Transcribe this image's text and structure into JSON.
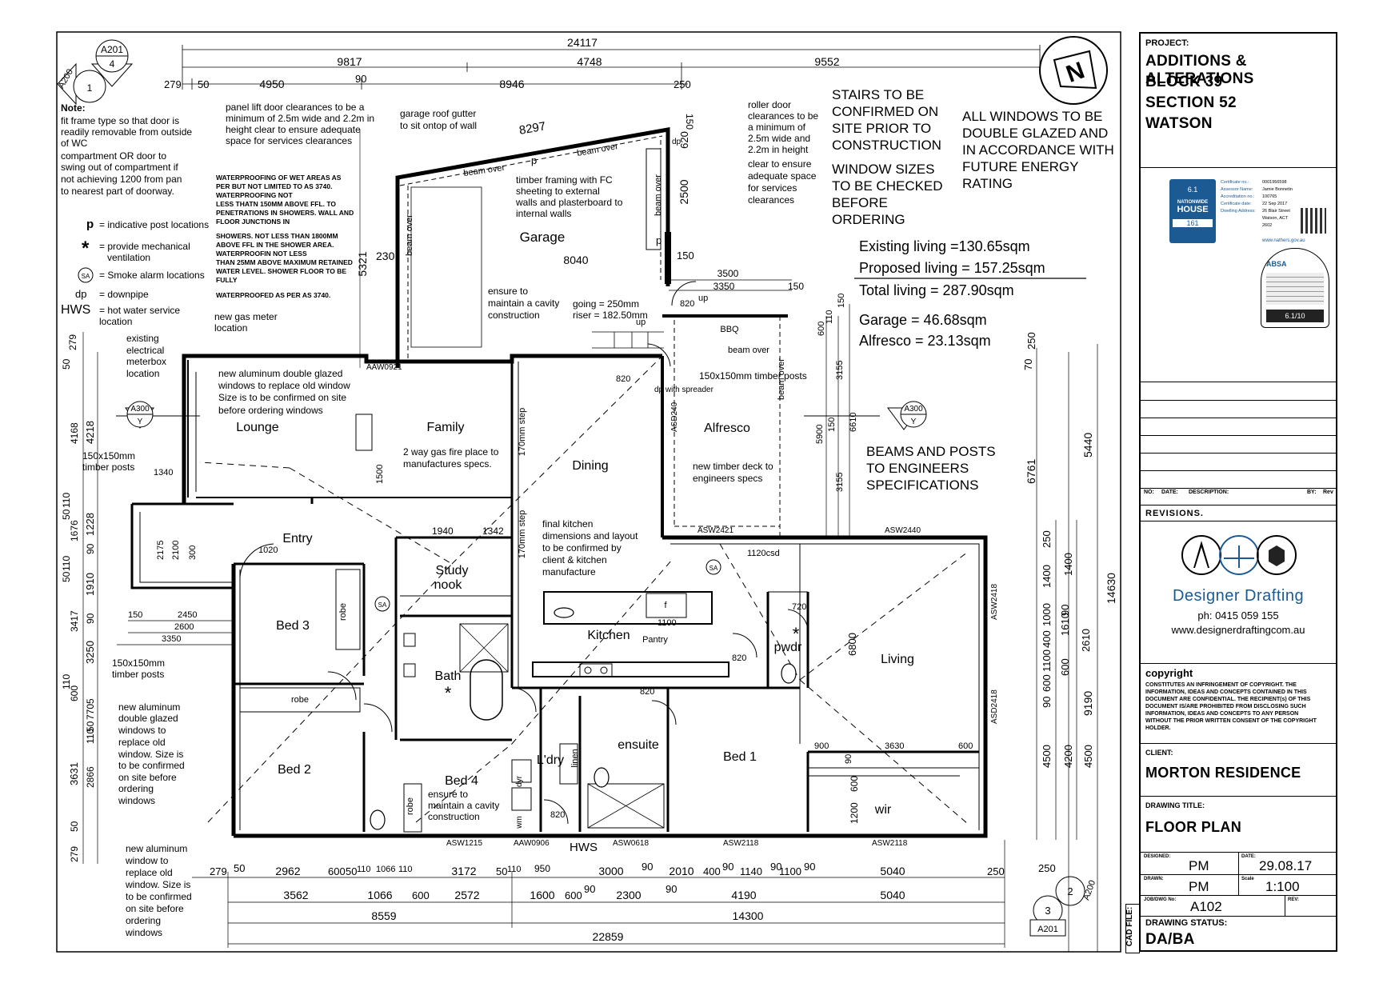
{
  "north_label": "N",
  "sections": {
    "top_left": {
      "id": "A201",
      "num": "4"
    },
    "left_upper": {
      "id": "A200",
      "num": "1"
    },
    "lounge": {
      "id": "A300",
      "num": "Y"
    },
    "alfresco": {
      "id": "A300",
      "num": "Y"
    },
    "bottom_right_a": {
      "id": "A200",
      "num": "2"
    },
    "bottom_right_b": {
      "id": "A201",
      "num": "3"
    }
  },
  "dimensions": {
    "top_total": "24117",
    "top_a": "9817",
    "top_b": "4748",
    "top_c": "9552",
    "top_279": "279",
    "top_50": "50",
    "top_4950": "4950",
    "top_90": "90",
    "top_8946": "8946",
    "top_250": "250",
    "garage_8297": "8297",
    "garage_8040": "8040",
    "garage_5321": "5321",
    "garage_230": "230",
    "garage_2500": "2500",
    "garage_620": "620",
    "garage_150a": "150",
    "garage_150b": "150",
    "stair_3500": "3500",
    "stair_3350": "3350",
    "stair_150": "150",
    "door_820a": "820",
    "door_820b": "820",
    "door_820c": "820",
    "door_820d": "820",
    "door_820e": "820",
    "door_1020": "1020",
    "door_720": "720",
    "door_1100": "1100",
    "alf_110": "110",
    "alf_150": "150",
    "alf_600": "600",
    "alf_3155a": "3155",
    "alf_5900": "5900",
    "alf_150b": "150",
    "alf_6610": "6610",
    "alf_3155b": "3155",
    "right_250": "250",
    "right_70": "70",
    "right_6761": "6761",
    "right_5440": "5440",
    "right_14630": "14630",
    "right_250b": "250",
    "right_1400a": "1400",
    "right_1400b": "1400",
    "right_1000": "1000",
    "right_400": "400",
    "right_1610": "1610",
    "right_90a": "90",
    "right_2610": "2610",
    "right_1100": "1100",
    "right_600a": "600",
    "right_9190": "9190",
    "right_90b": "90",
    "right_600b": "600",
    "right_4500a": "4500",
    "right_4200": "4200",
    "right_4500b": "4500",
    "right_250c": "250",
    "study_1940": "1940",
    "study_1342": "1342",
    "bed_900": "900",
    "bed_3630": "3630",
    "bed_600": "600",
    "wir_90": "90",
    "wir_600": "600",
    "wir_1200": "1200",
    "living_6800": "6800",
    "left_279": "279",
    "left_50": "50",
    "left_4168": "4168",
    "left_4218": "4218",
    "left_1340": "1340",
    "left_110a": "110",
    "left_50b": "50",
    "left_1676": "1676",
    "left_1228": "1228",
    "left_90a": "90",
    "left_110b": "110",
    "left_50c": "50",
    "left_1910": "1910",
    "left_3417": "3417",
    "left_90b": "90",
    "left_3250": "3250",
    "left_110c": "110",
    "left_600": "600",
    "left_7705": "7705",
    "left_50d": "50",
    "left_110d": "110",
    "left_3631": "3631",
    "left_2866": "2866",
    "left_50e": "50",
    "left_279b": "279",
    "entry_2175": "2175",
    "entry_2100": "2100",
    "entry_300": "300",
    "entry_1500": "1500",
    "bed3_150": "150",
    "bed3_2450": "2450",
    "bed3_2600": "2600",
    "bed3_3350": "3350",
    "bot_279": "279",
    "bot_50": "50",
    "bot_2962": "2962",
    "bot_600a": "600",
    "bot_50b": "50",
    "bot_110a": "110",
    "bot_1066a": "1066",
    "bot_110b": "110",
    "bot_3172": "3172",
    "bot_50c": "50",
    "bot_110c": "110",
    "bot_950": "950",
    "bot_3000": "3000",
    "bot_90a": "90",
    "bot_2010": "2010",
    "bot_400": "400",
    "bot_90b": "90",
    "bot_1140": "1140",
    "bot_90c": "90",
    "bot_1100": "1100",
    "bot_90d": "90",
    "bot_5040a": "5040",
    "bot_250": "250",
    "bot_3562": "3562",
    "bot_1066b": "1066",
    "bot_600b": "600",
    "bot_2572": "2572",
    "bot_1600": "1600",
    "bot_600c": "600",
    "bot_90e": "90",
    "bot_2300": "2300",
    "bot_90f": "90",
    "bot_4190": "4190",
    "bot_5040b": "5040",
    "bot_8559": "8559",
    "bot_14300": "14300",
    "bot_total": "22859",
    "csd_1120": "1120csd"
  },
  "rooms": {
    "garage": "Garage",
    "family": "Family",
    "lounge": "Lounge",
    "dining": "Dining",
    "alfresco": "Alfresco",
    "bbq": "BBQ",
    "entry": "Entry",
    "study": "Study",
    "nook": "nook",
    "bed3": "Bed 3",
    "bed2": "Bed 2",
    "bed4": "Bed 4",
    "bath": "Bath",
    "kitchen": "Kitchen",
    "pantry": "Pantry",
    "pwdr": "pwdr",
    "living": "Living",
    "ldry": "L'dry",
    "ensuite": "ensuite",
    "bed1": "Bed 1",
    "wir": "wir",
    "robe_a": "robe",
    "robe_b": "robe",
    "robe_c": "robe",
    "linen": "linen",
    "dyr": "dyr",
    "wm": "wm",
    "f": "f"
  },
  "windows": {
    "aaw0921": "AAW0921",
    "asd240": "ASD240",
    "asw2421": "ASW2421",
    "asw2440": "ASW2440",
    "asw2418": "ASW2418",
    "asd2418": "ASD2418",
    "asw1215": "ASW1215",
    "aaw0906": "AAW0906",
    "asw0618": "ASW0618",
    "asw2118a": "ASW2118",
    "asw2118b": "ASW2118"
  },
  "labels": {
    "beam_over_1": "beam over",
    "beam_over_2": "beam over",
    "beam_over_3": "beam over",
    "beam_over_4": "beam over",
    "beam_over_5": "beam over",
    "beam_over_6": "beam over",
    "p1": "p",
    "p2": "p",
    "p3": "p",
    "dp1": "dp",
    "up1": "up",
    "up2": "up",
    "step1": "170mm step",
    "step2": "170mm step",
    "sa1": "SA",
    "sa2": "SA",
    "sa3": "SA",
    "hws": "HWS",
    "dp_spreader": "dp with spreader",
    "posts_alf": "150x150mm timber posts"
  },
  "notes": {
    "note_title": "Note:",
    "note_body": [
      "fit frame type so that door is",
      "readily removable from outside",
      "of WC",
      "compartment OR door to",
      "swing out of compartment if",
      "not achieving 1200 from pan",
      "to nearest part of doorway."
    ],
    "legend_p": "= indicative post locations",
    "legend_mv_1": "= provide mechanical",
    "legend_mv_2": "ventilation",
    "legend_sa": "= Smoke alarm locations",
    "legend_dp": "= downpipe",
    "legend_hws_1": "= hot water service",
    "legend_hws_2": "location",
    "panel_lift": [
      "panel lift door clearances to be a",
      "minimum of 2.5m wide and 2.2m in",
      "height clear to ensure adequate",
      "space for services clearances"
    ],
    "garage_gutter": [
      "garage roof gutter",
      "to sit ontop of wall"
    ],
    "waterproof": [
      "WATERPROOFING OF WET AREAS AS",
      "PER BUT NOT LIMITED TO AS 3740.",
      "WATERPROOFING NOT",
      "LESS THATN 150MM ABOVE FFL. TO",
      "PENETRATIONS IN SHOWERS. WALL AND",
      "FLOOR JUNCTIONS IN",
      "SHOWERS. NOT LESS THAN 1800MM",
      "ABOVE FFL IN THE SHOWER AREA.",
      "WATERPROOFIN NOT LESS",
      "THAN 25MM ABOVE MAXIMUM RETAINED",
      "WATER LEVEL. SHOWER FLOOR TO BE",
      "FULLY",
      "WATERPROOFED AS PER AS 3740."
    ],
    "timber_framing": [
      "timber framing with FC",
      "sheeting to external",
      "walls and plasterboard to",
      "internal walls"
    ],
    "roller_door": [
      "roller door",
      "clearances to be",
      "a minimum of",
      "2.5m wide and",
      "2.2m in height",
      "clear to ensure",
      "adequate space",
      "for services",
      "clearances"
    ],
    "stairs": [
      "STAIRS TO BE",
      "CONFIRMED ON",
      "SITE PRIOR TO",
      "CONSTRUCTION"
    ],
    "window_sizes": [
      "WINDOW SIZES",
      "TO BE CHECKED",
      "BEFORE",
      "ORDERING"
    ],
    "all_windows": [
      "ALL WINDOWS TO BE",
      "DOUBLE GLAZED AND",
      "IN ACCORDANCE WITH",
      "FUTURE ENERGY",
      "RATING"
    ],
    "existing_living": "Existing living =130.65sqm",
    "proposed_living": "Proposed living = 157.25sqm",
    "total_living": "Total living = 287.90sqm",
    "garage_area": "Garage = 46.68sqm",
    "alfresco_area": "Alfresco = 23.13sqm",
    "cavity_1": [
      "ensure to",
      "maintain a cavity",
      "construction"
    ],
    "going": [
      "going = 250mm",
      "riser = 182.50mm"
    ],
    "new_gas": [
      "new gas meter",
      "location"
    ],
    "existing_meter": [
      "existing",
      "electrical",
      "meterbox",
      "location"
    ],
    "new_alu_top": [
      "new aluminum double glazed",
      "windows to replace old window",
      "Size is to be confirmed on site",
      "before ordering windows"
    ],
    "fireplace": [
      "2 way gas fire place to",
      "manufactures specs."
    ],
    "posts_lounge": [
      "150x150mm",
      "timber posts"
    ],
    "timber_deck": [
      "new timber deck to",
      "engineers specs"
    ],
    "beams_posts": [
      "BEAMS AND POSTS",
      "TO ENGINEERS",
      "SPECIFICATIONS"
    ],
    "kitchen_note": [
      "final kitchen",
      "dimensions and layout",
      "to be confirmed by",
      "client & kitchen",
      "manufacture"
    ],
    "posts_bed3": [
      "150x150mm",
      "timber posts"
    ],
    "new_alu_left": [
      "new aluminum",
      "double glazed",
      "windows to",
      "replace old",
      "window. Size is",
      "to be confirmed",
      "on site before",
      "ordering",
      "windows"
    ],
    "cavity_2": [
      "ensure to",
      "maintain a cavity",
      "construction"
    ],
    "new_alu_bottom": [
      "new aluminum",
      "window to",
      "replace old",
      "window. Size is",
      "to be confirmed",
      "on site before",
      "ordering",
      "windows"
    ]
  },
  "title_block": {
    "project_label": "PROJECT:",
    "project_lines": [
      "ADDITIONS & ALTERATIONS",
      "BLOCK 39",
      "SECTION 52",
      "WATSON"
    ],
    "nathers_logo_1": "NATIONWIDE",
    "nathers_logo_2": "HOUSE",
    "nathers_star": "6.1",
    "nathers_kwh": "161",
    "cert_labels": [
      "Certificate no.:",
      "Assessor Name:",
      "Accreditation no.:",
      "Certificate date:",
      "Dwelling Address:"
    ],
    "cert_values": [
      "0001956598",
      "Jamie Bonnetin",
      "100765",
      "22 Sep 2017",
      "26 Blair Street",
      "Watson, ACT",
      "2602"
    ],
    "nathers_url": "www.nathers.gov.au",
    "absa_logo": "ABSA",
    "absa_rating": "6.1/10",
    "rev_headers": [
      "NO:",
      "DATE:",
      "DESCRIPTION:",
      "BY:",
      "Rev"
    ],
    "revisions_label": "REVISIONS.",
    "company": "Designer Drafting",
    "phone": "ph: 0415 059 155",
    "website": "www.designerdraftingcom.au",
    "copyright_title": "copyright",
    "copyright_body": [
      "CONSTITUTES AN INFRINGEMENT OF COPYRIGHT. THE",
      "INFORMATION, IDEAS AND CONCEPTS CONTAINED IN THIS",
      "DOCUMENT ARE CONFIDENTIAL. THE RECIPIENT(s) OF THIS",
      "DOCUMENT IS/ARE PROHIBITED FROM DISCLOSING SUCH",
      "INFORMATION, IDEAS AND CONCEPTS TO ANY PERSON",
      "WITHOUT THE PRIOR WRITTEN CONSENT OF THE COPYRIGHT",
      "HOLDER."
    ],
    "client_label": "CLIENT:",
    "client": "MORTON RESIDENCE",
    "drawing_title_label": "DRAWING TITLE:",
    "drawing_title": "FLOOR PLAN",
    "designed_label": "DESIGNED:",
    "designed": "PM",
    "date_label": "DATE:",
    "date": "29.08.17",
    "drawn_label": "DRAWN:",
    "drawn": "PM",
    "scale_label": "Scale",
    "scale": "1:100",
    "job_label": "JOB/DWG No:",
    "job": "A102",
    "rev_label": "REV:",
    "status_label": "DRAWING STATUS:",
    "status": "DA/BA",
    "cad_file": "CAD FILE:"
  }
}
